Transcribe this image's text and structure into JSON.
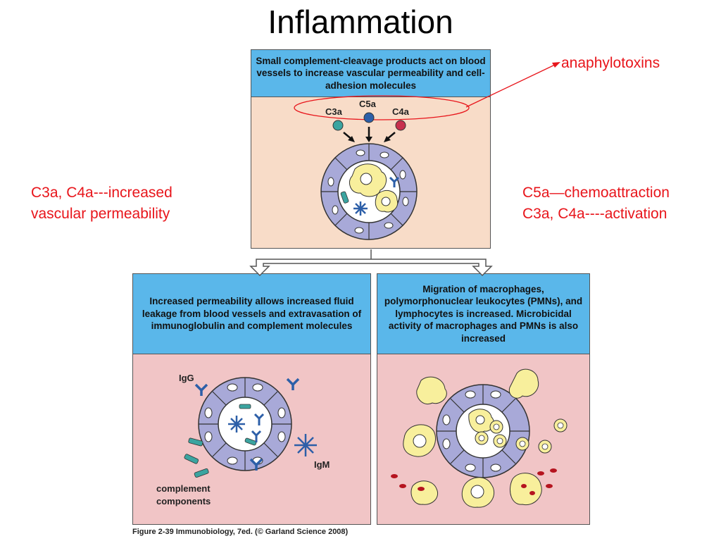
{
  "title": "Inflammation",
  "annotations": {
    "anaphylotoxins": "anaphylotoxins",
    "left_line1": "C3a, C4a---increased",
    "left_line2": "vascular permeability",
    "right_line1": "C5a—chemoattraction",
    "right_line2": "C3a, C4a----activation"
  },
  "top_panel": {
    "header": "Small complement-cleavage products act on blood vessels to increase vascular permeability and cell-adhesion molecules",
    "labels": {
      "c3a": "C3a",
      "c5a": "C5a",
      "c4a": "C4a"
    }
  },
  "left_panel": {
    "header": "Increased permeability allows increased fluid leakage from blood vessels and extravasation of immunoglobulin and complement molecules",
    "labels": {
      "igg": "IgG",
      "igm": "IgM",
      "complement1": "complement",
      "complement2": "components"
    }
  },
  "right_panel": {
    "header": "Migration of macrophages, polymorphonuclear leukocytes (PMNs), and lymphocytes is increased. Microbicidal activity of macrophages and PMNs is also increased"
  },
  "caption": "Figure 2-39  Immunobiology, 7ed. (© Garland Science 2008)",
  "colors": {
    "header_blue": "#5ab7ea",
    "top_body": "#f8dcc8",
    "bottom_body": "#f1c5c6",
    "annotation_red": "#e8151b",
    "vessel_cell": "#a8a9d8",
    "c3a": "#3ba4a0",
    "c5a": "#2d5fa8",
    "c4a": "#c8304e",
    "macrophage": "#f8ef9c"
  }
}
